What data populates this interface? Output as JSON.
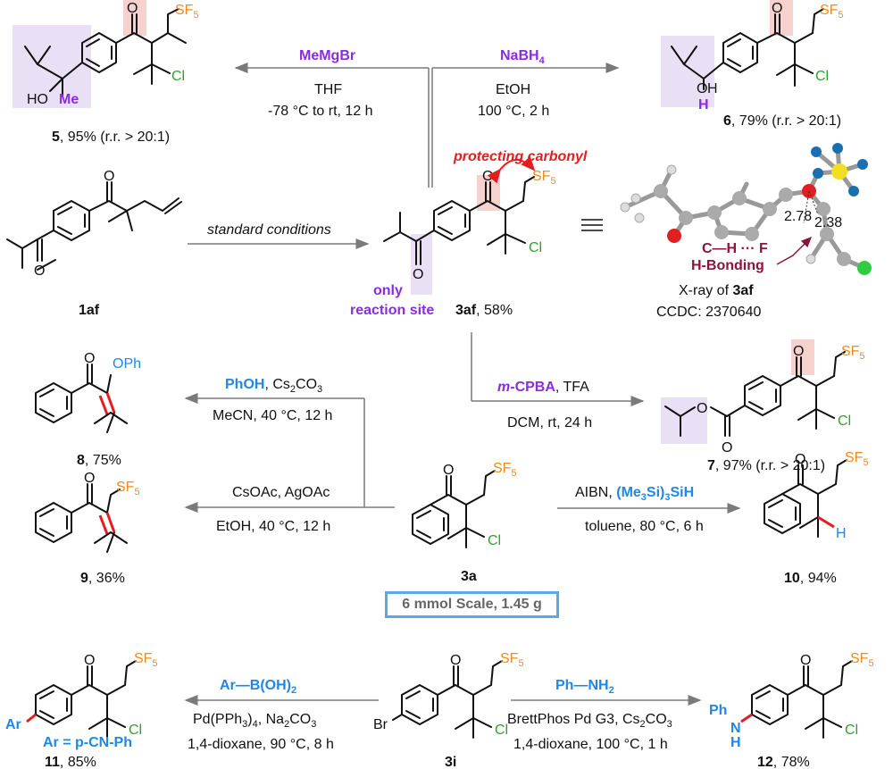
{
  "top": {
    "left_reagent": "MeMgBr",
    "left_cond1": "THF",
    "left_cond2": "-78 °C to rt, 12 h",
    "right_reagent": "NaBH",
    "right_reagent_sub": "4",
    "right_cond1": "EtOH",
    "right_cond2": "100 °C, 2 h",
    "product5_label": "5",
    "product5_yield": ", 95% (r.r. > 20:1)",
    "product6_label": "6",
    "product6_yield": ", 79% (r.r. > 20:1)"
  },
  "middle": {
    "sm_label": "1af",
    "arrow_text": "standard conditions",
    "product_label": "3af",
    "product_yield": ", 58%",
    "protecting": "protecting carbonyl",
    "only_site_1": "only",
    "only_site_2": "reaction site",
    "xray_line1": "X-ray of ",
    "xray_bold": "3af",
    "xray_line2": "CCDC: 2370640",
    "hbond_1": "C—H ··· F",
    "hbond_2": "H-Bonding",
    "dist1": "2.78",
    "dist2": "2.38"
  },
  "r8": {
    "reagent": "PhOH",
    "reagent_rest": ", Cs",
    "reagent_sub1": "2",
    "reagent_rest2": "CO",
    "reagent_sub2": "3",
    "cond": "MeCN, 40 °C, 12 h",
    "label": "8",
    "yield": ", 75%"
  },
  "r7": {
    "reagent_italic": "m",
    "reagent": "-CPBA",
    "reagent_rest": ", TFA",
    "cond": "DCM, rt, 24 h",
    "label": "7",
    "yield": ", 97% (r.r. > 20:1)"
  },
  "r9": {
    "cond1": "CsOAc, AgOAc",
    "cond2": "EtOH, 40 °C, 12 h",
    "label": "9",
    "yield": ", 36%"
  },
  "r3a": {
    "label": "3a",
    "scale": "6 mmol Scale, 1.45 g"
  },
  "r10": {
    "cond1a": "AIBN, ",
    "cond1b": "(Me",
    "cond1b_sub": "3",
    "cond1c": "Si)",
    "cond1c_sub": "3",
    "cond1d": "SiH",
    "cond2": "toluene, 80 °C, 6 h",
    "label": "10",
    "yield": ", 94%"
  },
  "r11": {
    "reagent": "Ar—B(OH)",
    "reagent_sub": "2",
    "cond1": "Pd(PPh",
    "cond1_sub": "3",
    "cond1b": ")",
    "cond1b_sub": "4",
    "cond1c": ", Na",
    "cond1c_sub": "2",
    "cond1d": "CO",
    "cond1d_sub": "3",
    "cond2": "1,4-dioxane, 90 °C, 8 h",
    "label": "11",
    "yield": ", 85%",
    "ar_def": "Ar = p-CN-Ph"
  },
  "r12": {
    "reagent": "Ph—NH",
    "reagent_sub": "2",
    "cond1": "BrettPhos Pd G3, Cs",
    "cond1_sub": "2",
    "cond1b": "CO",
    "cond1b_sub": "3",
    "cond2": "1,4-dioxane, 100 °C, 1 h",
    "label": "12",
    "yield": ", 78%",
    "sm_label": "3i"
  },
  "atoms": {
    "O": "O",
    "SF": "SF",
    "F5": "5",
    "Cl": "Cl",
    "HO": "HO",
    "Me": "Me",
    "OH": "OH",
    "H": "H",
    "OPh": "OPh",
    "Br": "Br",
    "Ar": "Ar",
    "Ph": "Ph",
    "N": "N"
  },
  "colors": {
    "purple": "#8b2be2",
    "blue": "#1e88e5",
    "orange": "#f08a1c",
    "green": "#2aa52a",
    "red": "#e41e1e",
    "pink_highlight": "#f6d2cf",
    "lavender_highlight": "#e9e0f6",
    "scale_box": "#5aa9e6"
  }
}
